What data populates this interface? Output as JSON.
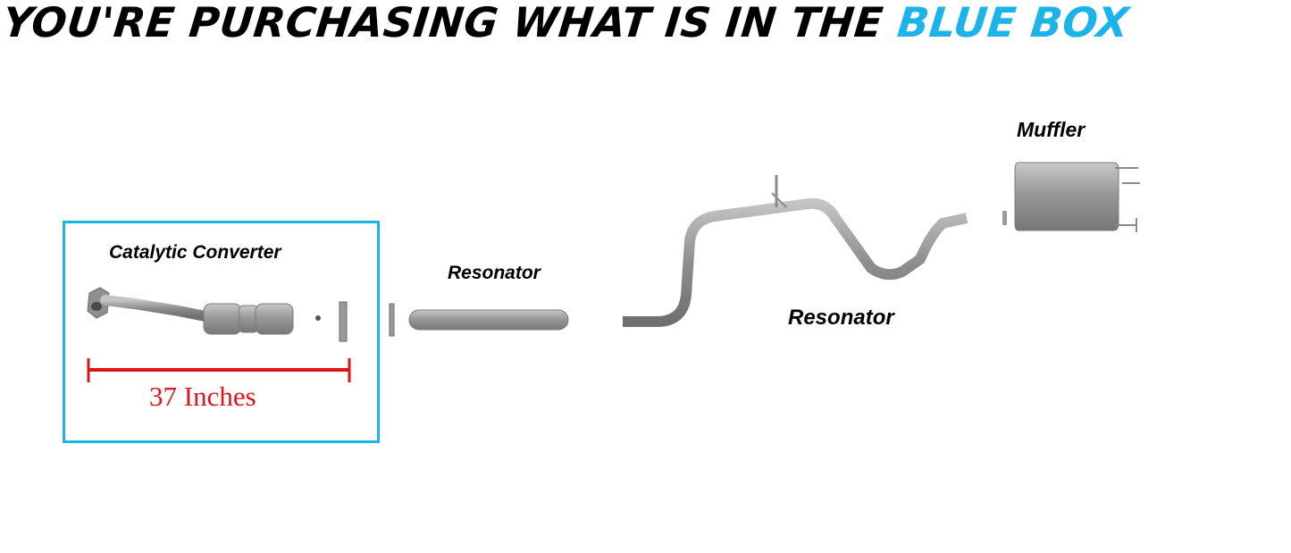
{
  "headline": {
    "main": "YOU'RE PURCHASING WHAT IS IN THE ",
    "accent": "BLUE BOX"
  },
  "labels": {
    "catalytic_converter": "Catalytic Converter",
    "resonator_1": "Resonator",
    "resonator_2": "Resonator",
    "muffler": "Muffler"
  },
  "measurement": {
    "text": "37 Inches"
  },
  "colors": {
    "accent_blue": "#1cb3ea",
    "measure_red": "#e0131a",
    "pipe_gray": "#9a9a9a"
  }
}
